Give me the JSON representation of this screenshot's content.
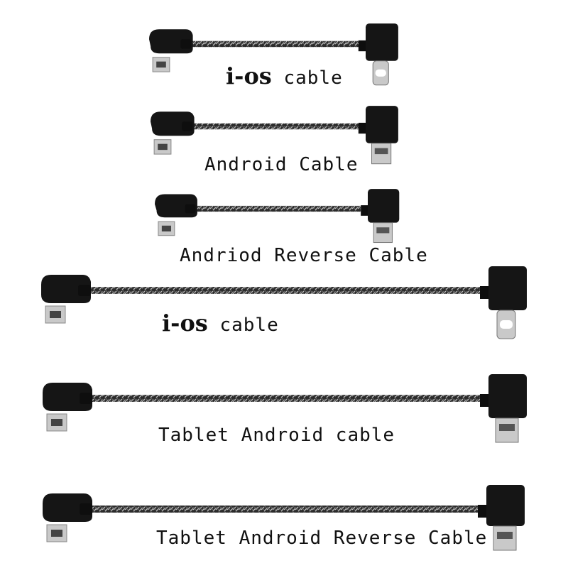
{
  "cables": [
    {
      "lead": "i-os",
      "rest": " cable"
    },
    {
      "lead": "",
      "rest": "Android Cable"
    },
    {
      "lead": "",
      "rest": "Andriod Reverse Cable"
    },
    {
      "lead": "i-os",
      "rest": " cable"
    },
    {
      "lead": "",
      "rest": "Tablet Android cable"
    },
    {
      "lead": "",
      "rest": "Tablet Android Reverse Cable"
    }
  ],
  "colors": {
    "background": "#ffffff",
    "connector": "#151515",
    "braid": "#2b2b2b",
    "braid_highlight": "#bdbdbd",
    "metal": "#c9c9c9"
  }
}
